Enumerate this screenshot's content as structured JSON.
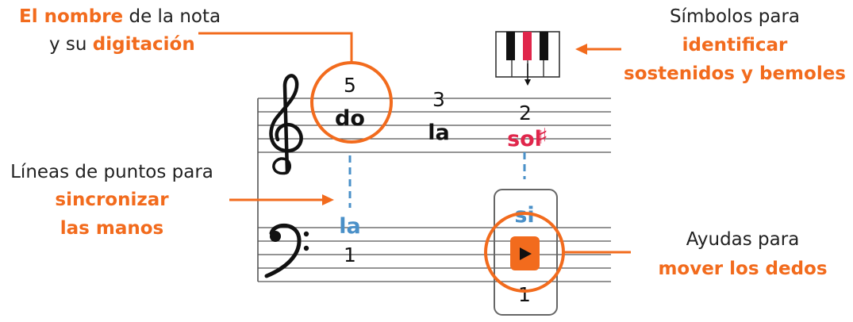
{
  "labels": {
    "top_left": {
      "line1_highlight": "El nombre",
      "line1_rest": " de la nota",
      "line2_plain": "y su ",
      "line2_highlight": "digitación"
    },
    "top_right": {
      "line1": "Símbolos para",
      "line2": "identificar",
      "line3": "sostenidos y bemoles"
    },
    "mid_left": {
      "line1": "Líneas de puntos para",
      "line2": "sincronizar",
      "line3": "las manos"
    },
    "bottom_right": {
      "line1": "Ayudas para",
      "line2": "mover los dedos"
    }
  },
  "treble_notes": [
    {
      "finger": "5",
      "name": "do"
    },
    {
      "finger": "3",
      "name": "la"
    },
    {
      "finger": "2",
      "name": "sol",
      "accidental": "♯"
    }
  ],
  "bass_notes": [
    {
      "finger": "1",
      "name": "la"
    },
    {
      "finger": "1",
      "name": "si",
      "move_icon": "play-triangle"
    }
  ],
  "colors": {
    "accent_orange": "#f26b1d",
    "sharp_red": "#e0264b",
    "sync_blue": "#4a90c8",
    "key_red": "#e0264b"
  }
}
